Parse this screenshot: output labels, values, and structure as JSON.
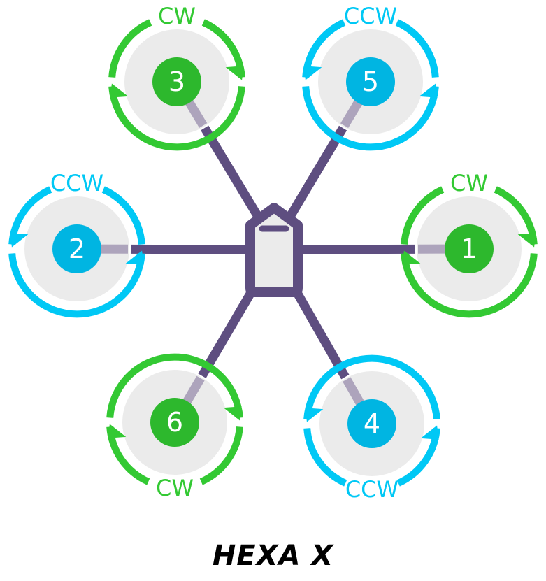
{
  "title": "HEXA X",
  "colors": {
    "cw": "#33c933",
    "ccw": "#00c8f5",
    "cw_hub": "#2db82d",
    "ccw_hub": "#00b5e2",
    "frame": "#5e4e80",
    "arm_inner": "#ada4bc",
    "disc": "#ebebeb",
    "body_fill": "#ebebeb"
  },
  "motors": [
    {
      "number": "1",
      "direction": "CW"
    },
    {
      "number": "2",
      "direction": "CCW"
    },
    {
      "number": "3",
      "direction": "CW"
    },
    {
      "number": "4",
      "direction": "CCW"
    },
    {
      "number": "5",
      "direction": "CCW"
    },
    {
      "number": "6",
      "direction": "CW"
    }
  ]
}
